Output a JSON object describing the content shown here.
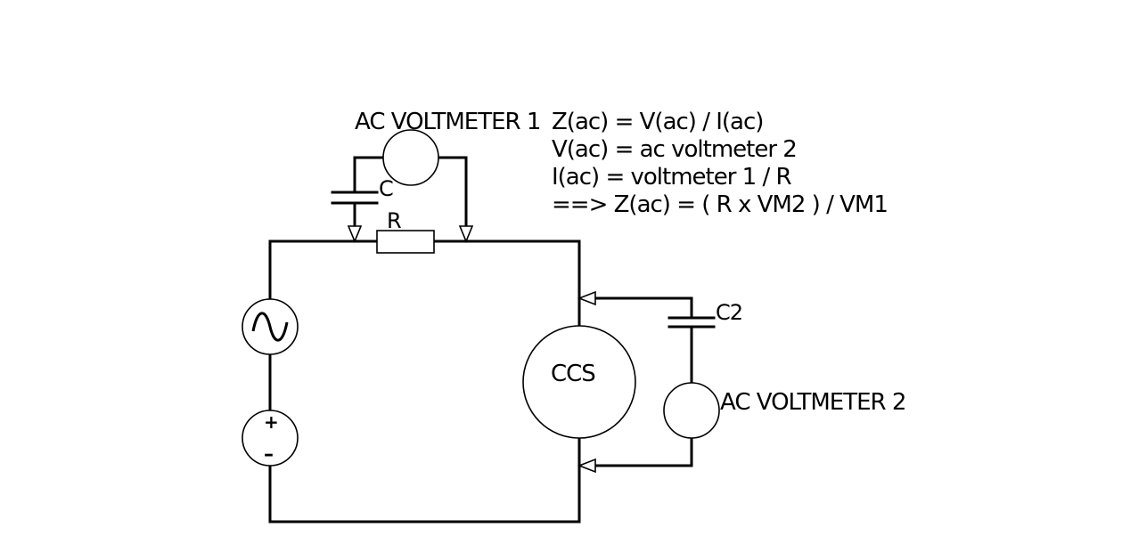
{
  "labels": {
    "voltmeter1": "AC VOLTMETER 1",
    "voltmeter2": "AC VOLTMETER 2",
    "resistor": "R",
    "capacitor1": "C",
    "capacitor2": "C2",
    "ccs": "CCS",
    "plus": "+",
    "minus": "–"
  },
  "equations": [
    "Z(ac) = V(ac) / I(ac)",
    "V(ac) = ac voltmeter 2",
    "I(ac) = voltmeter 1 / R",
    "==> Z(ac) = ( R x VM2 ) / VM1"
  ]
}
